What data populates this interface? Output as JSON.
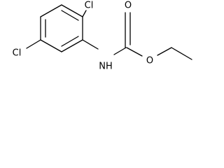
{
  "molecule": {
    "atoms": {
      "cl_top": "Cl",
      "cl_left": "Cl",
      "nh": "NH",
      "o_carbonyl": "O",
      "o_ester": "O"
    },
    "colors": {
      "bond": "#000000",
      "label": "#000000",
      "background": "#ffffff"
    }
  }
}
